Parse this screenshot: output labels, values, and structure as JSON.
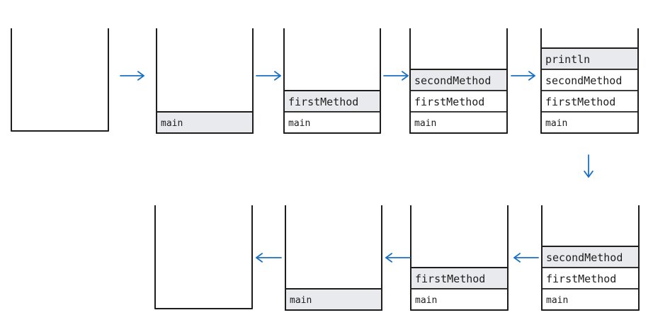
{
  "colors": {
    "stroke": "#1e1e1e",
    "highlight_fill": "#e8eaed",
    "arrow": "#1971c2"
  },
  "stacks": [
    {
      "name": "stack-1",
      "frames": []
    },
    {
      "name": "stack-2",
      "frames": [
        {
          "label": "main",
          "highlighted": true
        }
      ]
    },
    {
      "name": "stack-3",
      "frames": [
        {
          "label": "firstMethod",
          "highlighted": true
        },
        {
          "label": "main",
          "highlighted": false
        }
      ]
    },
    {
      "name": "stack-4",
      "frames": [
        {
          "label": "secondMethod",
          "highlighted": true
        },
        {
          "label": "firstMethod",
          "highlighted": false
        },
        {
          "label": "main",
          "highlighted": false
        }
      ]
    },
    {
      "name": "stack-5",
      "frames": [
        {
          "label": "println",
          "highlighted": true
        },
        {
          "label": "secondMethod",
          "highlighted": false
        },
        {
          "label": "firstMethod",
          "highlighted": false
        },
        {
          "label": "main",
          "highlighted": false
        }
      ]
    },
    {
      "name": "stack-6",
      "frames": [
        {
          "label": "secondMethod",
          "highlighted": true
        },
        {
          "label": "firstMethod",
          "highlighted": false
        },
        {
          "label": "main",
          "highlighted": false
        }
      ]
    },
    {
      "name": "stack-7",
      "frames": [
        {
          "label": "firstMethod",
          "highlighted": true
        },
        {
          "label": "main",
          "highlighted": false
        }
      ]
    },
    {
      "name": "stack-8",
      "frames": [
        {
          "label": "main",
          "highlighted": true
        }
      ]
    },
    {
      "name": "stack-9",
      "frames": []
    }
  ],
  "arrows": [
    {
      "name": "arrow-1-to-2",
      "direction": "right"
    },
    {
      "name": "arrow-2-to-3",
      "direction": "right"
    },
    {
      "name": "arrow-3-to-4",
      "direction": "right"
    },
    {
      "name": "arrow-4-to-5",
      "direction": "right"
    },
    {
      "name": "arrow-5-to-6",
      "direction": "down"
    },
    {
      "name": "arrow-6-to-7",
      "direction": "left"
    },
    {
      "name": "arrow-7-to-8",
      "direction": "left"
    },
    {
      "name": "arrow-8-to-9",
      "direction": "left"
    }
  ]
}
